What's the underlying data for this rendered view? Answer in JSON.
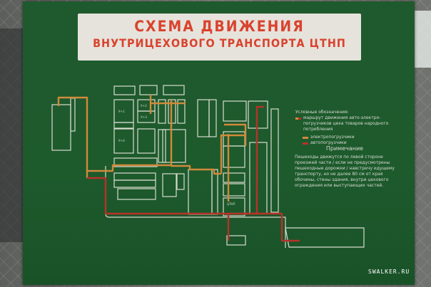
{
  "scene": "Photograph of a green painted wall sign behind a chain-link fence",
  "colors": {
    "board": "#1f5a2e",
    "title_panel": "#e6e3dc",
    "title_text": "#d9432e",
    "outline": "#d8dccf",
    "route_electric": "#d08a3a",
    "route_auto": "#b8322a"
  },
  "sign": {
    "title_line1": "СХЕМА ДВИЖЕНИЯ",
    "title_line2": "ВНУТРИЦЕХОВОГО ТРАНСПОРТА ЦТНП",
    "legend": {
      "header": "Условные обозначения:",
      "route_desc": "маршрут движения авто-электро-погрузчиков цеха товаров народного потребления",
      "items": [
        {
          "label": "электропогрузчики",
          "color": "#d08a3a"
        },
        {
          "label": "автопогрузчики",
          "color": "#b8322a"
        }
      ]
    },
    "notes": {
      "header": "Примечание",
      "body": "Пешеходы движутся по левой стороне проезжей части / если не предусмотрены пешеходные дорожки / навстречу идущему транспорту, но не далее 80 см от края обочины, стены здания, внутри цехового ограждения или выступающих частей."
    },
    "map_labels": {
      "ucha_1": "Уч-1",
      "ucha_2": "Уч-2",
      "ucha_3": "Уч-3",
      "ucha_4": "Уч-4",
      "ctnp": "ЦТНП"
    }
  },
  "watermark": "SWALKER.RU"
}
